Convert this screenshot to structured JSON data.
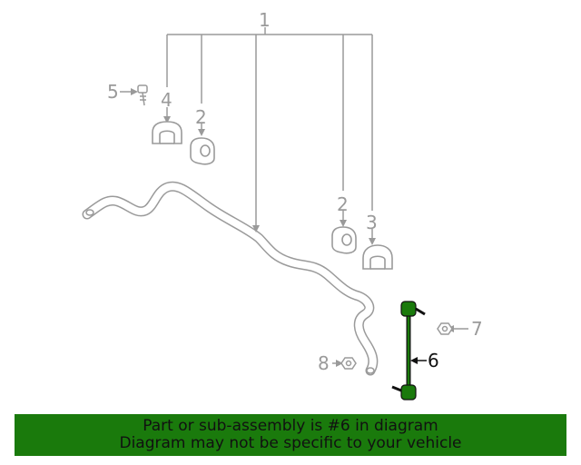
{
  "diagram": {
    "callouts": [
      "1",
      "2",
      "2",
      "3",
      "4",
      "5",
      "6",
      "7",
      "8"
    ],
    "highlight_color": "#1a7a0c",
    "highlight_part": "6"
  },
  "banner": {
    "line1": "Part or sub-assembly is #6 in diagram",
    "line2": "Diagram may not be specific to your vehicle",
    "background": "#1a7a0c"
  }
}
